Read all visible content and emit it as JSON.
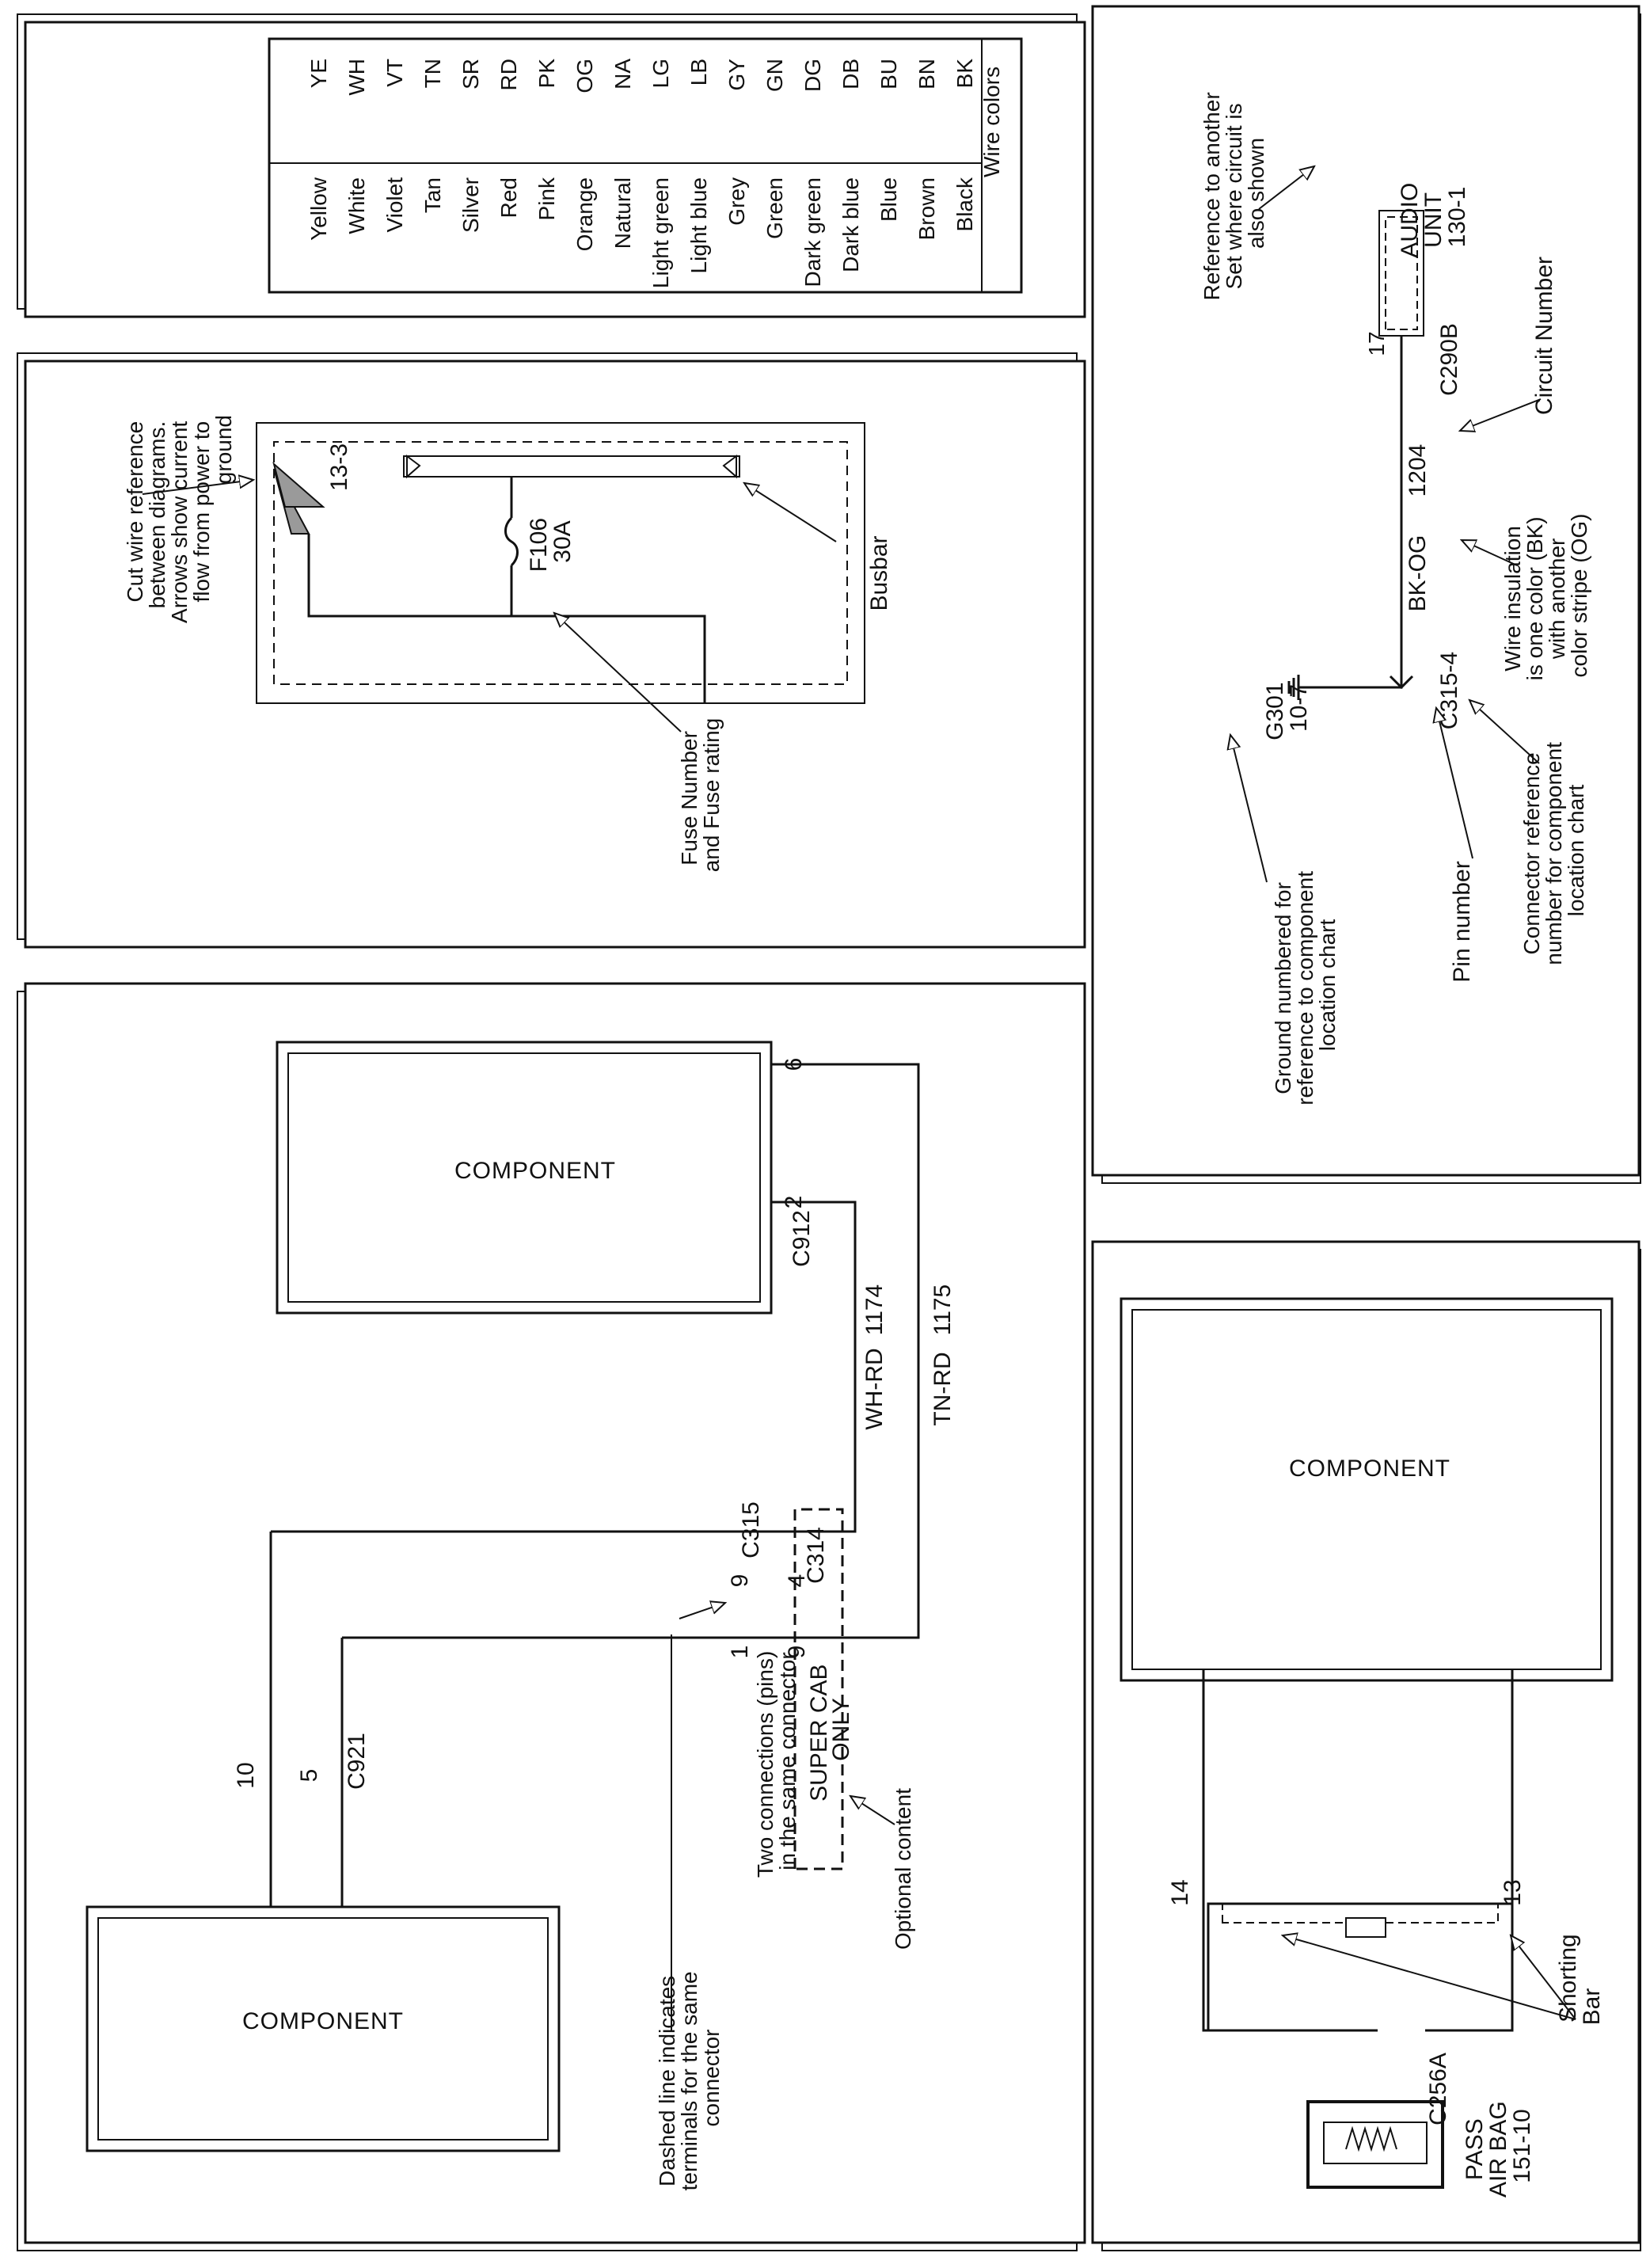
{
  "wire_colors": {
    "header": "Wire colors",
    "rows": [
      {
        "code": "BK",
        "name": "Black"
      },
      {
        "code": "BN",
        "name": "Brown"
      },
      {
        "code": "BU",
        "name": "Blue"
      },
      {
        "code": "DB",
        "name": "Dark blue"
      },
      {
        "code": "DG",
        "name": "Dark green"
      },
      {
        "code": "GN",
        "name": "Green"
      },
      {
        "code": "GY",
        "name": "Grey"
      },
      {
        "code": "LB",
        "name": "Light blue"
      },
      {
        "code": "LG",
        "name": "Light green"
      },
      {
        "code": "NA",
        "name": "Natural"
      },
      {
        "code": "OG",
        "name": "Orange"
      },
      {
        "code": "PK",
        "name": "Pink"
      },
      {
        "code": "RD",
        "name": "Red"
      },
      {
        "code": "SR",
        "name": "Silver"
      },
      {
        "code": "TN",
        "name": "Tan"
      },
      {
        "code": "VT",
        "name": "Violet"
      },
      {
        "code": "WH",
        "name": "White"
      },
      {
        "code": "YE",
        "name": "Yellow"
      }
    ]
  },
  "circuit_legend": {
    "audio_lines": [
      "AUDIO",
      "UNIT",
      "130-1"
    ],
    "ref_note": [
      "Reference to another",
      "Set where circuit is",
      "also shown"
    ],
    "circuit_number_label": "Circuit Number",
    "connector_top": "C290B",
    "pin_top": "17",
    "circuit": "1204",
    "color": "BK-OG",
    "connector_bottom": "C315-4",
    "insulation_note": [
      "Wire insulation",
      "is one color (BK)",
      "with another",
      "color stripe (OG)"
    ],
    "connector_ref_note": [
      "Connector reference",
      "number for component",
      "location chart"
    ],
    "pin_number_label": "Pin number",
    "ground_lines": [
      "G301",
      "10-7"
    ],
    "ground_note": [
      "Ground numbered for",
      "reference to component",
      "location chart"
    ]
  },
  "busbar_panel": {
    "cut_ref": "13-3",
    "cut_note": [
      "Cut wire reference",
      "between diagrams.",
      "Arrows show current",
      "flow from power to",
      "ground"
    ],
    "fuse_lines": [
      "F106",
      "30A"
    ],
    "fuse_note": [
      "Fuse Number",
      "and Fuse rating"
    ],
    "busbar_label": "Busbar"
  },
  "component_panel": {
    "component_label": "COMPONENT",
    "c912": "C912",
    "pin_6": "6",
    "pin_2": "2",
    "wire1_circuit": "1175",
    "wire1_color": "TN-RD",
    "wire2_circuit": "1174",
    "wire2_color": "WH-RD",
    "c315": "C315",
    "c314": "C314",
    "pin_9a": "9",
    "pin_4": "4",
    "pin_1": "1",
    "pin_9b": "9",
    "super_cab": [
      "SUPER CAB",
      "ONLY"
    ],
    "optional_note": "Optional content",
    "two_connections_note": [
      "Two connections (pins)",
      "in the same connector"
    ],
    "dashed_note": [
      "Dashed line indicates",
      "terminals for the same",
      "connector"
    ],
    "c921": "C921",
    "pin_10": "10",
    "pin_5": "5"
  },
  "airbag_panel": {
    "component_label": "COMPONENT",
    "pin_13": "13",
    "pin_14": "14",
    "shorting_bar": [
      "Shorting",
      "Bar"
    ],
    "c256a": "C256A",
    "airbag_lines": [
      "PASS",
      "AIR BAG",
      "151-10"
    ]
  }
}
